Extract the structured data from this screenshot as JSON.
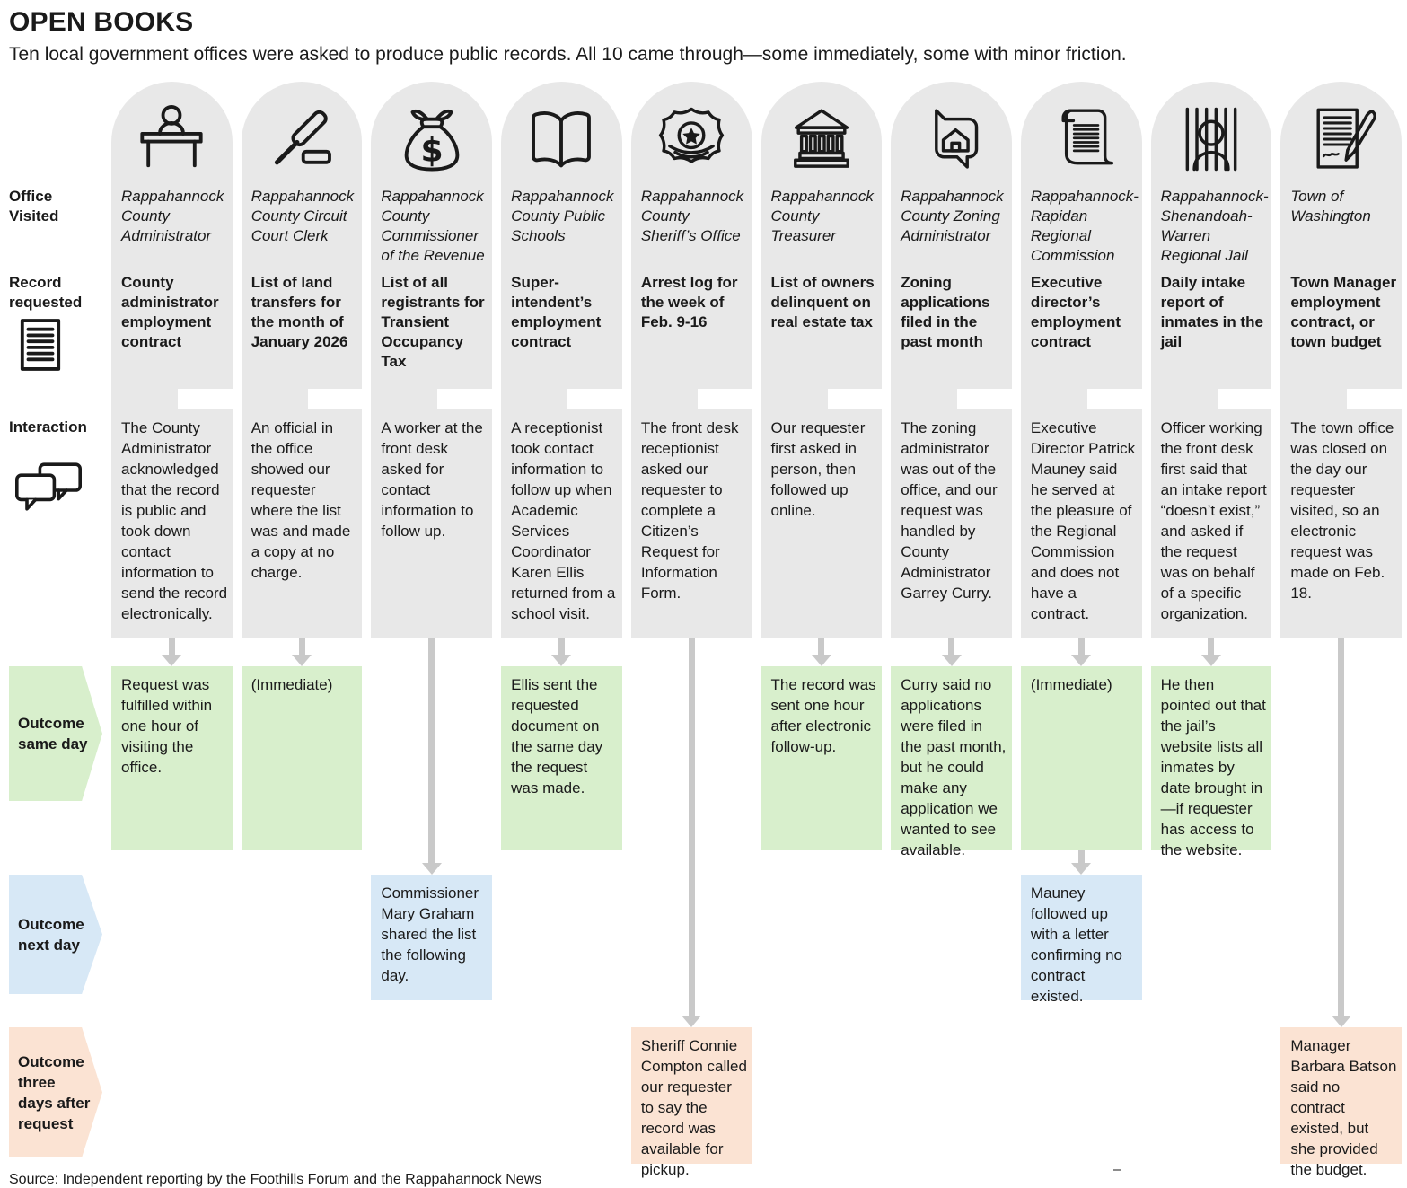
{
  "header": {
    "title": "OPEN BOOKS",
    "subtitle": "Ten local government offices were asked to produce public records. All 10 came through—some immediately, some with minor friction."
  },
  "row_labels": {
    "office": "Office\nVisited",
    "record": "Record\nrequested",
    "interaction": "Interaction",
    "outcome_same_day": "Outcome\nsame day",
    "outcome_next_day": "Outcome\nnext day",
    "outcome_three_days": "Outcome\nthree\ndays after\nrequest"
  },
  "colors": {
    "capsule_gray": "#e8e8e8",
    "arrow_gray": "#c9c9c9",
    "outcome_same_day_green": "#d8efcc",
    "outcome_next_day_blue": "#d7e8f6",
    "outcome_three_days_peach": "#fbe3d3"
  },
  "columns": [
    {
      "icon": "admin-desk-icon",
      "office": "Rappahannock County Administrator",
      "record": "County administrator employment contract",
      "interaction": "The County Administrator acknowledged that the record is public and took down contact information to send the record electronically.",
      "outcome_same_day": "Request was fulfilled within one hour of visiting the office."
    },
    {
      "icon": "gavel-icon",
      "office": "Rappahannock County Circuit Court Clerk",
      "record": "List of land transfers for the month of January 2026",
      "interaction": "An official in the office showed our requester where the list was and made a copy at no charge.",
      "outcome_same_day": "(Immediate)"
    },
    {
      "icon": "money-bag-icon",
      "office": "Rappahannock County Commissioner of the Revenue",
      "record": "List of all registrants for Transient Occupancy Tax",
      "interaction": "A worker at the front desk asked for contact information to follow up.",
      "outcome_next_day": "Commissioner Mary Graham shared the list the following day."
    },
    {
      "icon": "open-book-icon",
      "office": "Rappahannock County Public Schools",
      "record": "Super-intendent’s employment contract",
      "interaction": "A receptionist took contact information to follow up when Academic Services Coordinator Karen Ellis returned from a school visit.",
      "outcome_same_day": "Ellis sent the requested document on the same day the request was made."
    },
    {
      "icon": "sheriff-badge-icon",
      "office": "Rappahannock County Sheriff’s Office",
      "record": "Arrest log for the week of Feb. 9-16",
      "interaction": "The front desk receptionist asked our requester to complete a Citizen’s Request for Information Form.",
      "outcome_three_days": "Sheriff Connie Compton called our requester to say the record was available for pickup."
    },
    {
      "icon": "bank-icon",
      "office": "Rappahannock County Treasurer",
      "record": "List of owners delinquent on real estate tax",
      "interaction": "Our requester first asked in person, then followed up online.",
      "outcome_same_day": "The record was sent one hour after electronic follow-up."
    },
    {
      "icon": "zoning-map-icon",
      "office": "Rappahannock County Zoning Administrator",
      "record": "Zoning applications filed in the past month",
      "interaction": "The zoning administrator was out of the office, and our request was handled by County Administrator Garrey Curry.",
      "outcome_same_day": "Curry said no applications were filed in the past month, but he could make any application we wanted to see available."
    },
    {
      "icon": "scroll-icon",
      "office": "Rappahannock-Rapidan Regional Commission",
      "record": "Executive director’s employment contract",
      "interaction": "Executive Director Patrick Mauney said he served at the pleasure of the Regional Commission and does not have a contract.",
      "outcome_same_day": "(Immediate)",
      "outcome_next_day": "Mauney followed up with a letter confirming no contract existed."
    },
    {
      "icon": "jail-bars-icon",
      "office": "Rappahannock-Shenandoah-Warren Regional Jail",
      "record": "Daily intake report of inmates in the jail",
      "interaction": "Officer working the front desk first said that an intake report “doesn’t exist,” and asked if the request was on behalf of a specific organization.",
      "outcome_same_day": "He then pointed out that the jail’s website lists all inmates by date brought in—if requester has access to the website."
    },
    {
      "icon": "contract-pen-icon",
      "office": "Town of Washington",
      "record": "Town Manager employment contract, or town budget",
      "interaction": "The town office was closed on the day our requester visited, so an electronic request was made on Feb. 18.",
      "outcome_three_days": "Manager Barbara Batson said no contract existed, but she provided the budget."
    }
  ],
  "footer": {
    "source": "Source: Independent reporting by the Foothills Forum and the Rappahannock News",
    "mark": "–"
  }
}
